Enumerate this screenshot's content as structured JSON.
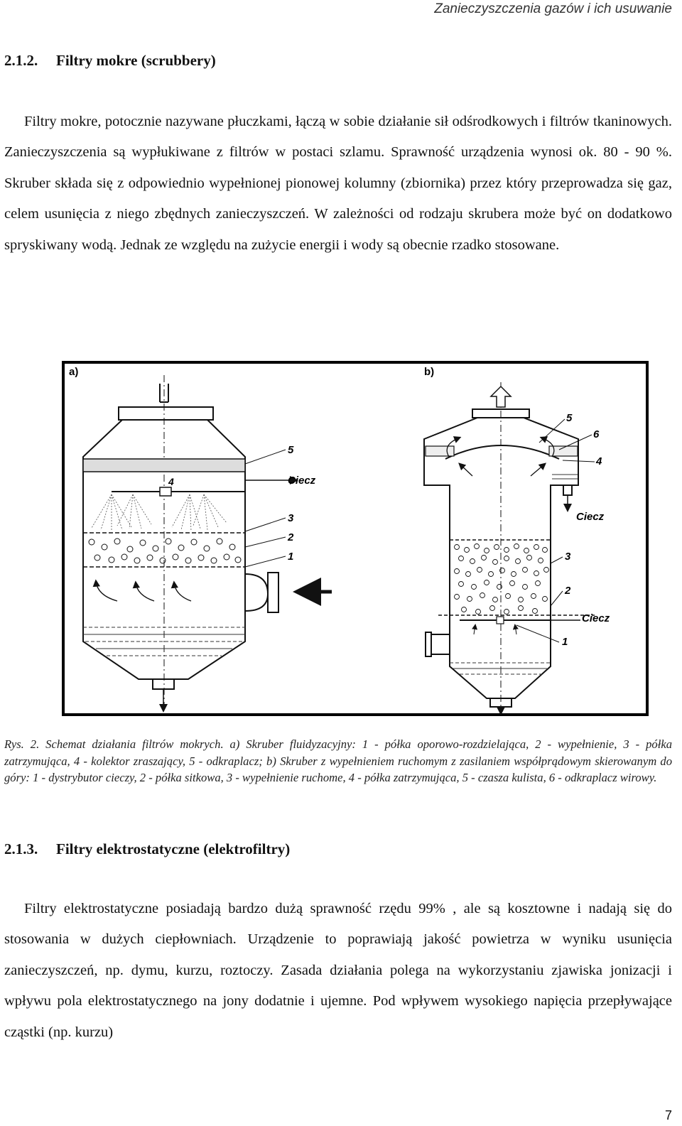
{
  "header": {
    "running_title": "Zanieczyszczenia gazów i ich usuwanie"
  },
  "section1": {
    "number": "2.1.2.",
    "title": "Filtry mokre (scrubbery)",
    "paragraph": "Filtry mokre, potocznie nazywane płuczkami, łączą w sobie działanie sił odśrodkowych i filtrów tkaninowych. Zanieczyszczenia są wypłukiwane z filtrów w postaci szlamu. Sprawność urządzenia wynosi ok. 80 - 90 %. Skruber składa się z odpowiednio wypełnionej pionowej kolumny (zbiornika) przez który przeprowadza się gaz, celem usunięcia z niego zbędnych zanieczyszczeń. W zależności od rodzaju skrubera może być on dodatkowo spryskiwany wodą. Jednak ze względu na zużycie energii i wody są obecnie rzadko stosowane."
  },
  "figure": {
    "panel_a": "a)",
    "panel_b": "b)",
    "liquid_label": "Ciecz",
    "labels_a": [
      "5",
      "4",
      "3",
      "2",
      "1"
    ],
    "labels_b": [
      "5",
      "6",
      "4",
      "3",
      "2",
      "1"
    ],
    "caption": "Rys. 2. Schemat działania filtrów mokrych. a) Skruber fluidyzacyjny: 1 - półka oporowo-rozdzielająca, 2 - wypełnienie, 3 - półka zatrzymująca, 4 - kolektor zraszający, 5 - odkraplacz; b) Skruber z wypełnieniem ruchomym z zasilaniem współprądowym skierowanym do góry: 1 - dystrybutor cieczy, 2 - półka sitkowa, 3 - wypełnienie ruchome, 4 - półka zatrzymująca, 5 - czasza kulista, 6 - odkraplacz wirowy."
  },
  "section2": {
    "number": "2.1.3.",
    "title": "Filtry elektrostatyczne (elektrofiltry)",
    "paragraph": "Filtry elektrostatyczne posiadają bardzo dużą sprawność rzędu 99% , ale są kosztowne i nadają się do stosowania w dużych ciepłowniach. Urządzenie to poprawiają jakość powietrza w wyniku usunięcia zanieczyszczeń, np. dymu, kurzu, roztoczy. Zasada działania polega na wykorzystaniu zjawiska jonizacji i wpływu pola elektrostatycznego na jony dodatnie i ujemne. Pod wpływem wysokiego napięcia przepływające cząstki (np. kurzu)"
  },
  "page": {
    "number": "7"
  }
}
